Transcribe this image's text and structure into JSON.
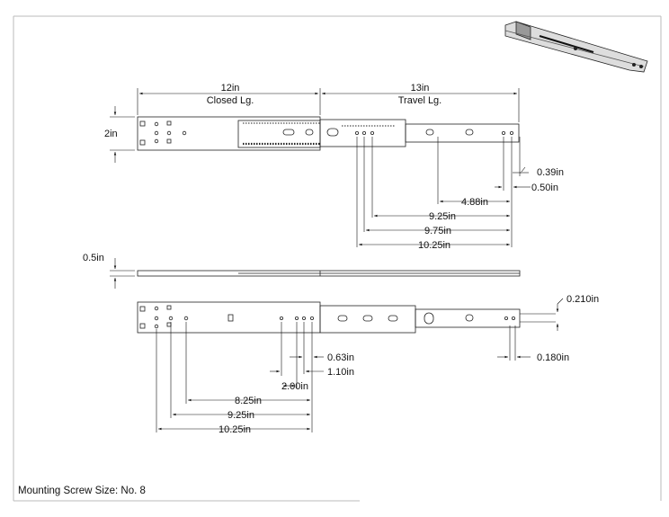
{
  "drawing": {
    "top_view": {
      "overall": {
        "closed": "12in",
        "closed_sub": "Closed Lg.",
        "travel": "13in",
        "travel_sub": "Travel Lg."
      },
      "height": "2in",
      "hole_dims": [
        "0.39in",
        "0.50in",
        "4.88in",
        "9.25in",
        "9.75in",
        "10.25in"
      ]
    },
    "side_view": {
      "thickness": "0.5in"
    },
    "bottom_view": {
      "right_dims": [
        "0.210in",
        "0.180in"
      ],
      "hole_dims": [
        "0.63in",
        "1.10in",
        "2.00in",
        "8.25in",
        "9.25in",
        "10.25in"
      ]
    },
    "note": "Mounting Screw Size: No. 8"
  },
  "icons": [
    "isometric-slide-icon"
  ]
}
